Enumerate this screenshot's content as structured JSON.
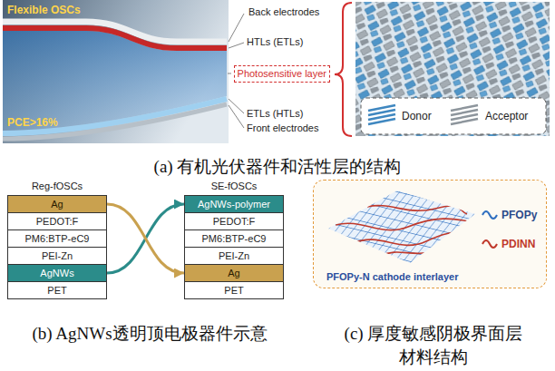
{
  "diagram": {
    "nodes": [
      {
        "text": [
          "Photosensitive layer"
        ]
      },
      {
        "text": [
          "Ag"
        ]
      },
      {
        "text": [
          "PEDOT:F"
        ]
      },
      {
        "text": [
          "PM6:BTP-eC9"
        ]
      },
      {
        "text": [
          "PEI-Zn"
        ]
      },
      {
        "text": [
          "AgNWs"
        ]
      },
      {
        "text": [
          "PET"
        ]
      },
      {
        "text": [
          "AgNWs-polymer"
        ]
      },
      {
        "text": [
          "PEDOT:F"
        ]
      },
      {
        "text": [
          "PM6:BTP-eC9"
        ]
      },
      {
        "text": [
          "PEI-Zn"
        ]
      },
      {
        "text": [
          "Ag"
        ]
      },
      {
        "text": [
          "PET"
        ]
      },
      {
        "text": [
          "PFOPy-N cathode interlayer"
        ]
      }
    ],
    "edges": [
      {
        "from": 5,
        "to": 7,
        "arrow": "to"
      },
      {
        "from": 1,
        "to": 11,
        "arrow": "to"
      }
    ],
    "labels": [
      "Flexible OSCs",
      "PCE>16%",
      "Back electrodes",
      "HTLs (ETLs)",
      "ETLs (HTLs)",
      "Front electrodes",
      "Reg-fOSCs",
      "SE-fOSCs",
      "(a) 有机光伏器件和活性层的结构",
      "(b) AgNWs透明顶电极器件示意",
      "(c) 厚度敏感阴极界面层 材料结构"
    ],
    "legend": [
      {
        "text": "Donor"
      },
      {
        "text": "Acceptor"
      },
      {
        "text": "PFOPy"
      },
      {
        "text": "PDINN"
      }
    ]
  }
}
